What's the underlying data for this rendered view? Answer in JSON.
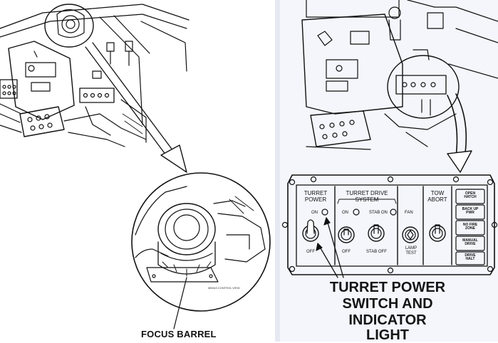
{
  "labels": {
    "focus_barrel": "FOCUS BARREL",
    "callout": [
      "TURRET POWER",
      "SWITCH AND",
      "INDICATOR",
      "LIGHT"
    ],
    "printed_code": "M60A3 CONTROL VIEW"
  },
  "panel": {
    "turret_power_title": [
      "TURRET",
      "POWER"
    ],
    "drive_title": [
      "TURRET DRIVE",
      "SYSTEM"
    ],
    "on": "ON",
    "stab_on": "STAB ON",
    "off": "OFF",
    "stab_off": "STAB OFF",
    "fan": "FAN",
    "lamp_test": [
      "LAMP",
      "TEST"
    ],
    "tow_abort": [
      "TOW",
      "ABORT"
    ],
    "indicators": [
      [
        "OPEN",
        "HATCH"
      ],
      [
        "BACK UP",
        "PWR"
      ],
      [
        "NO FIRE",
        "ZONE"
      ],
      [
        "MANUAL",
        "DRIVE"
      ],
      [
        "DRIVE",
        "HALT"
      ]
    ]
  },
  "colors": {
    "ink": "#111111",
    "paper": "#ffffff",
    "right_paper": "#f4f6fb"
  }
}
